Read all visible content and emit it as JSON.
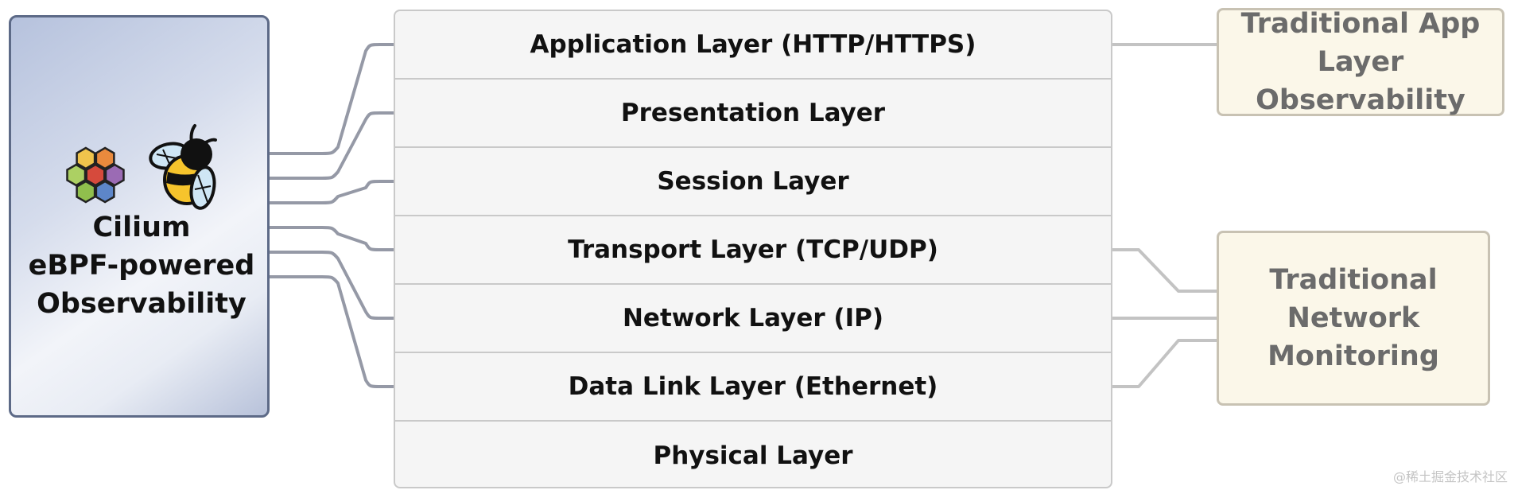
{
  "cilium": {
    "title_lines": [
      "Cilium",
      "eBPF-powered",
      "Observability"
    ],
    "logo_icon": "cilium-hexagon-logo-icon",
    "mascot_icon": "bee-mascot-icon"
  },
  "osi_layers": [
    {
      "label": "Application Layer (HTTP/HTTPS)"
    },
    {
      "label": "Presentation Layer"
    },
    {
      "label": "Session Layer"
    },
    {
      "label": "Transport Layer (TCP/UDP)"
    },
    {
      "label": "Network Layer (IP)"
    },
    {
      "label": "Data Link Layer (Ethernet)"
    },
    {
      "label": "Physical Layer"
    }
  ],
  "traditional_app": {
    "lines": [
      "Traditional App",
      "Layer Observability"
    ]
  },
  "traditional_net": {
    "lines": [
      "Traditional",
      "Network",
      "Monitoring"
    ]
  },
  "connections": {
    "cilium_to_layers": [
      1,
      2,
      3,
      4,
      5,
      6
    ],
    "traditional_app_to_layers": [
      1
    ],
    "traditional_net_to_layers": [
      4,
      5,
      6
    ]
  },
  "colors": {
    "cilium_wire": "#9599a6",
    "traditional_wire": "#c3c3c3",
    "hex_colors": [
      "#f0c44c",
      "#e98a3d",
      "#9b6bb4",
      "#5d86c9",
      "#90bf4d",
      "#acd063",
      "#d64a3c"
    ]
  },
  "watermark": "@稀土掘金技术社区"
}
